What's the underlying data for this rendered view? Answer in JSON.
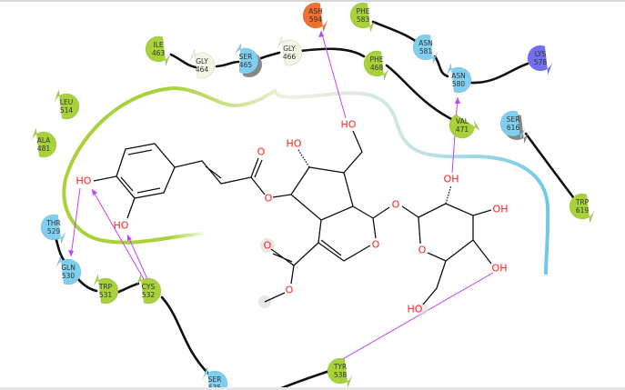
{
  "colors": {
    "hydrophobic": "#a8d23a",
    "polar": "#7fd0f0",
    "glycine": "#f4f4e4",
    "negative": "#f07030",
    "positive": "#7070f0",
    "hbond": "#c040ff",
    "atom_oxygen": "#ff2020"
  },
  "residues": [
    {
      "name": "ASH",
      "num": "594",
      "type": "negative"
    },
    {
      "name": "PHE",
      "num": "583",
      "type": "hydrophobic"
    },
    {
      "name": "ILE",
      "num": "463",
      "type": "hydrophobic"
    },
    {
      "name": "GLY",
      "num": "464",
      "type": "glycine"
    },
    {
      "name": "SER",
      "num": "465",
      "type": "polar"
    },
    {
      "name": "GLY",
      "num": "466",
      "type": "glycine"
    },
    {
      "name": "PHE",
      "num": "468",
      "type": "hydrophobic"
    },
    {
      "name": "ASN",
      "num": "581",
      "type": "polar"
    },
    {
      "name": "LYS",
      "num": "578",
      "type": "positive"
    },
    {
      "name": "ASN",
      "num": "580",
      "type": "polar"
    },
    {
      "name": "VAL",
      "num": "471",
      "type": "hydrophobic"
    },
    {
      "name": "SER",
      "num": "616",
      "type": "polar"
    },
    {
      "name": "TRP",
      "num": "619",
      "type": "hydrophobic"
    },
    {
      "name": "LEU",
      "num": "514",
      "type": "hydrophobic"
    },
    {
      "name": "ALA",
      "num": "481",
      "type": "hydrophobic"
    },
    {
      "name": "THR",
      "num": "529",
      "type": "polar"
    },
    {
      "name": "GLN",
      "num": "530",
      "type": "polar"
    },
    {
      "name": "TRP",
      "num": "531",
      "type": "hydrophobic"
    },
    {
      "name": "CYS",
      "num": "532",
      "type": "hydrophobic"
    },
    {
      "name": "SER",
      "num": "535",
      "type": "polar"
    },
    {
      "name": "TYR",
      "num": "538",
      "type": "hydrophobic"
    }
  ],
  "atoms": [
    "HO",
    "HO",
    "O",
    "O",
    "HO",
    "HO",
    "O",
    "O",
    "OH",
    "OH",
    "O",
    "OH",
    "HO",
    "O",
    "O"
  ]
}
